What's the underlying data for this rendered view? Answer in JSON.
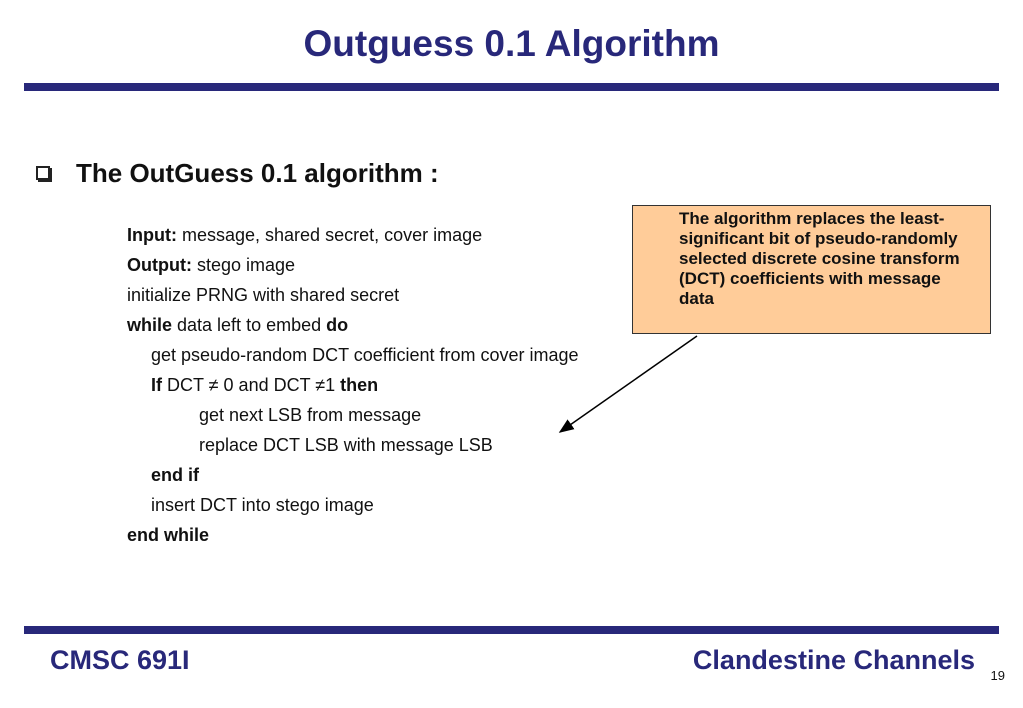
{
  "slide": {
    "title": "Outguess 0.1 Algorithm",
    "bullet": "The OutGuess 0.1 algorithm :"
  },
  "algorithm": {
    "input_kw": "Input:",
    "input_text": " message, shared secret, cover image",
    "output_kw": "Output:",
    "output_text": " stego image",
    "init": "initialize PRNG with shared secret",
    "while_kw": "while",
    "while_text": " data left to embed ",
    "do_kw": "do",
    "get_coeff": "get pseudo-random DCT coefficient from cover image",
    "if_kw": "If",
    "if_text": " DCT ≠ 0 and DCT ≠1 ",
    "then_kw": "then",
    "get_lsb": "get next LSB from message",
    "replace": "replace DCT LSB with message LSB",
    "end_if": "end if",
    "insert": "insert DCT into stego image",
    "end_while": "end while"
  },
  "callout": {
    "text": "The algorithm replaces the least-significant bit of pseudo-randomly selected discrete cosine transform (DCT) coefficients with message data"
  },
  "footer": {
    "course": "CMSC 691I",
    "topic": "Clandestine Channels",
    "page": "19"
  },
  "colors": {
    "accent": "#28287a",
    "callout_bg": "#ffcc99"
  }
}
